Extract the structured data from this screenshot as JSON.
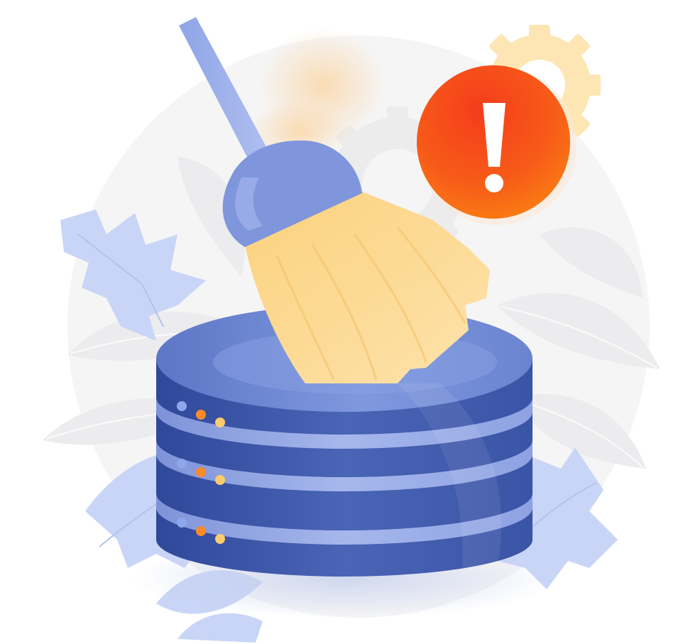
{
  "illustration": {
    "subject": "database-cleanup",
    "icons": [
      "broom-icon",
      "database-server-icon",
      "alert-exclamation-icon",
      "gear-icon",
      "leaf-icon"
    ],
    "server": {
      "tier_count": 3,
      "leds_per_tier": 3
    },
    "colors": {
      "background": "#ffffff",
      "leaf_light": "#eeeef0",
      "leaf_blue": "#c9d5f6",
      "server_top": "#6a83cf",
      "server_side": "#3d56a4",
      "server_ring": "#8da1e0",
      "broom_handle": "#9eb1ea",
      "broom_cap": "#7f96dc",
      "bristles": "#fbd88d",
      "alert_red": "#f5451c",
      "alert_orange": "#fb7a16",
      "gear_yellow": "#fde6b3",
      "gear_gray": "#ececec",
      "led_blue": "#8ea6ee",
      "led_orange": "#fb8a2a",
      "led_yellow": "#fccc6d"
    }
  }
}
